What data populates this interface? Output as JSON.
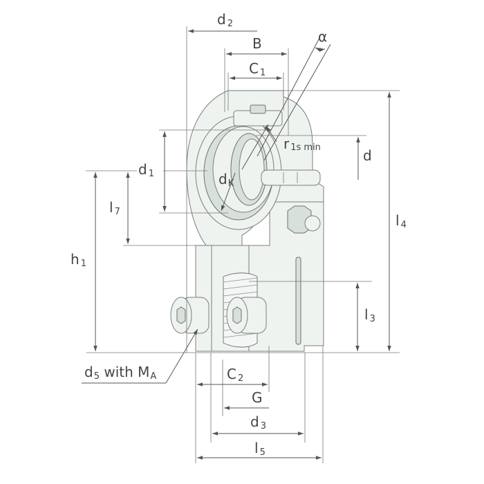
{
  "labels": {
    "d2": {
      "main": "d",
      "sub": "2"
    },
    "B": {
      "main": "B"
    },
    "alpha": {
      "main": "α"
    },
    "C1": {
      "main": "C",
      "sub": "1"
    },
    "r1smin": {
      "main": "r",
      "sub": "1s min"
    },
    "d": {
      "main": "d"
    },
    "d1": {
      "main": "d",
      "sub": "1"
    },
    "dK": {
      "main": "d",
      "sub": "K"
    },
    "l4": {
      "main": "l",
      "sub": "4"
    },
    "l7": {
      "main": "l",
      "sub": "7"
    },
    "h1": {
      "main": "h",
      "sub": "1"
    },
    "l3": {
      "main": "l",
      "sub": "3"
    },
    "d5": {
      "main": "d",
      "sub": "5",
      "suffix": " with M",
      "suffix_sub": "A"
    },
    "C2": {
      "main": "C",
      "sub": "2"
    },
    "G": {
      "main": "G"
    },
    "d3": {
      "main": "d",
      "sub": "3"
    },
    "l5": {
      "main": "l",
      "sub": "5"
    }
  }
}
